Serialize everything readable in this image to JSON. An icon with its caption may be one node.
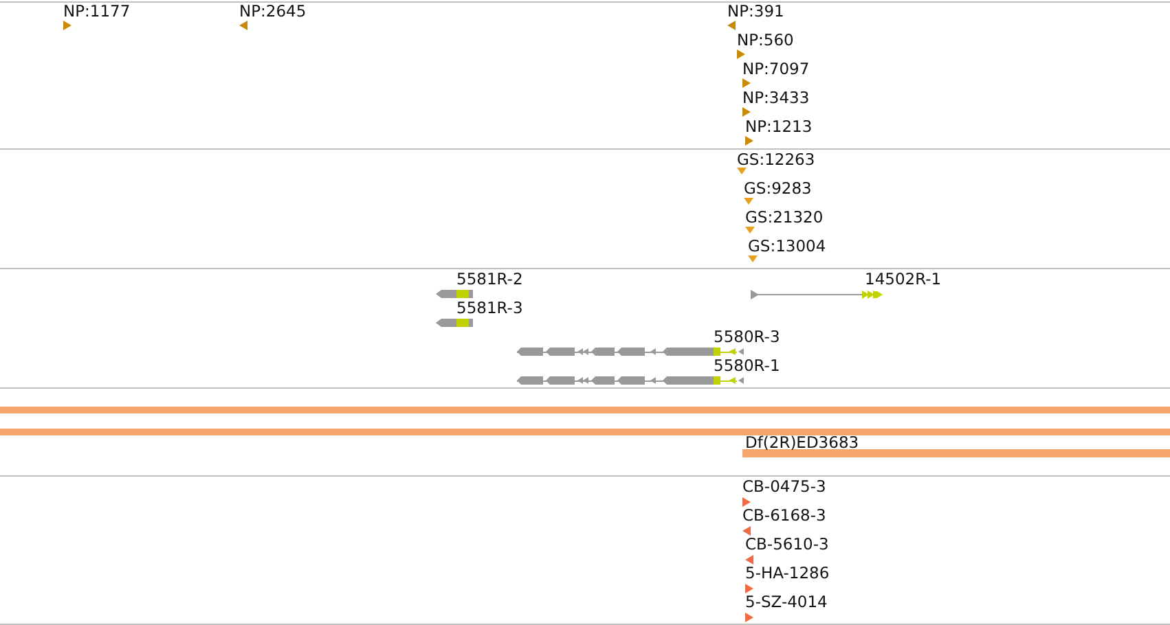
{
  "diagram": {
    "labels": [
      "NP:1177",
      "NP:2645",
      "NP:391",
      "NP:560",
      "NP:7097",
      "NP:3433",
      "NP:1213",
      "GS:12263",
      "GS:9283",
      "GS:21320",
      "GS:13004",
      "5581R-2",
      "14502R-1",
      "5581R-3",
      "5580R-3",
      "5580R-1",
      "Df(2R)ED3683",
      "CB-0475-3",
      "CB-6168-3",
      "CB-5610-3",
      "5-HA-1286",
      "5-SZ-4014"
    ]
  }
}
